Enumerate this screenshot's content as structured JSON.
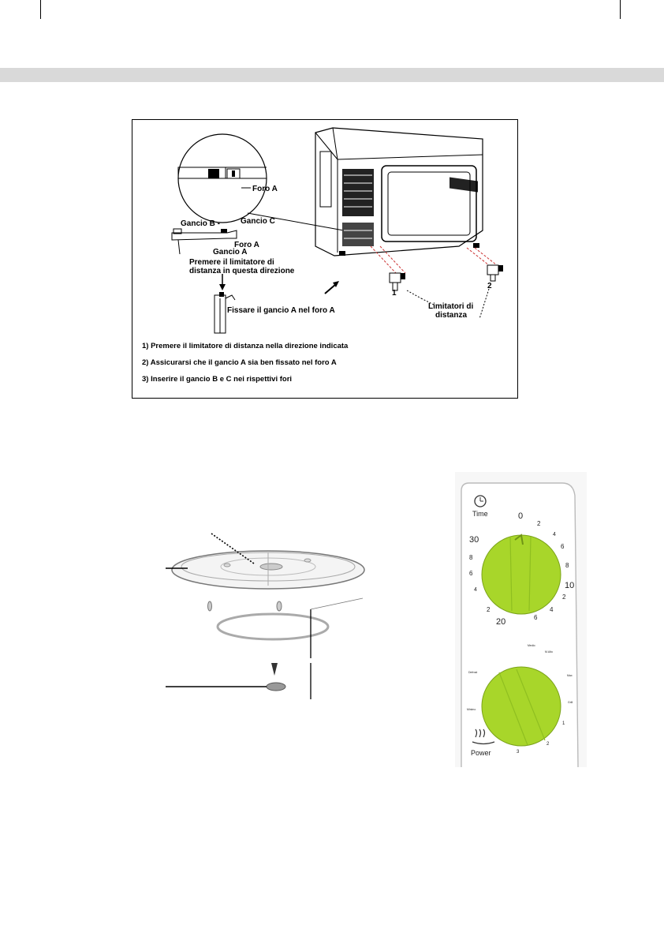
{
  "header": {
    "band_color": "#d9d9d9"
  },
  "figure_installation": {
    "labels": {
      "foro_a_detail": "Foro A",
      "gancio_b": "Gancio B -",
      "gancio_c": "Gancio C",
      "foro_a": "Foro A",
      "gancio_a": "Gancio A",
      "press_line1": "Premere il limitatore di",
      "press_line2": "distanza in questa direzione",
      "fix": "Fissare il gancio A nel foro A",
      "num1": "1",
      "num2": "2",
      "limiters_line1": "Limitatori di",
      "limiters_line2": "distanza"
    },
    "steps": [
      "1) Premere il limitatore di distanza nella direzione indicata",
      "2) Assicurarsi che il gancio A sia ben fissato nel foro A",
      "3) Inserire il gancio B e C nei rispettivi fori"
    ]
  },
  "figure_turntable": {
    "icon": "turntable-exploded-icon"
  },
  "figure_control_panel": {
    "time_label": "Time",
    "power_label": "Power",
    "knob_color": "#a8d62a",
    "time_dial_marks": [
      "0",
      "2",
      "4",
      "6",
      "8",
      "10",
      "2",
      "4",
      "6",
      "20",
      "2",
      "4",
      "6",
      "8",
      "30"
    ],
    "power_dial_marks": [
      "Defrost",
      "Medio",
      "M.Alto",
      "Max",
      "Grill",
      "1",
      "2",
      "3",
      "Minimo"
    ]
  }
}
